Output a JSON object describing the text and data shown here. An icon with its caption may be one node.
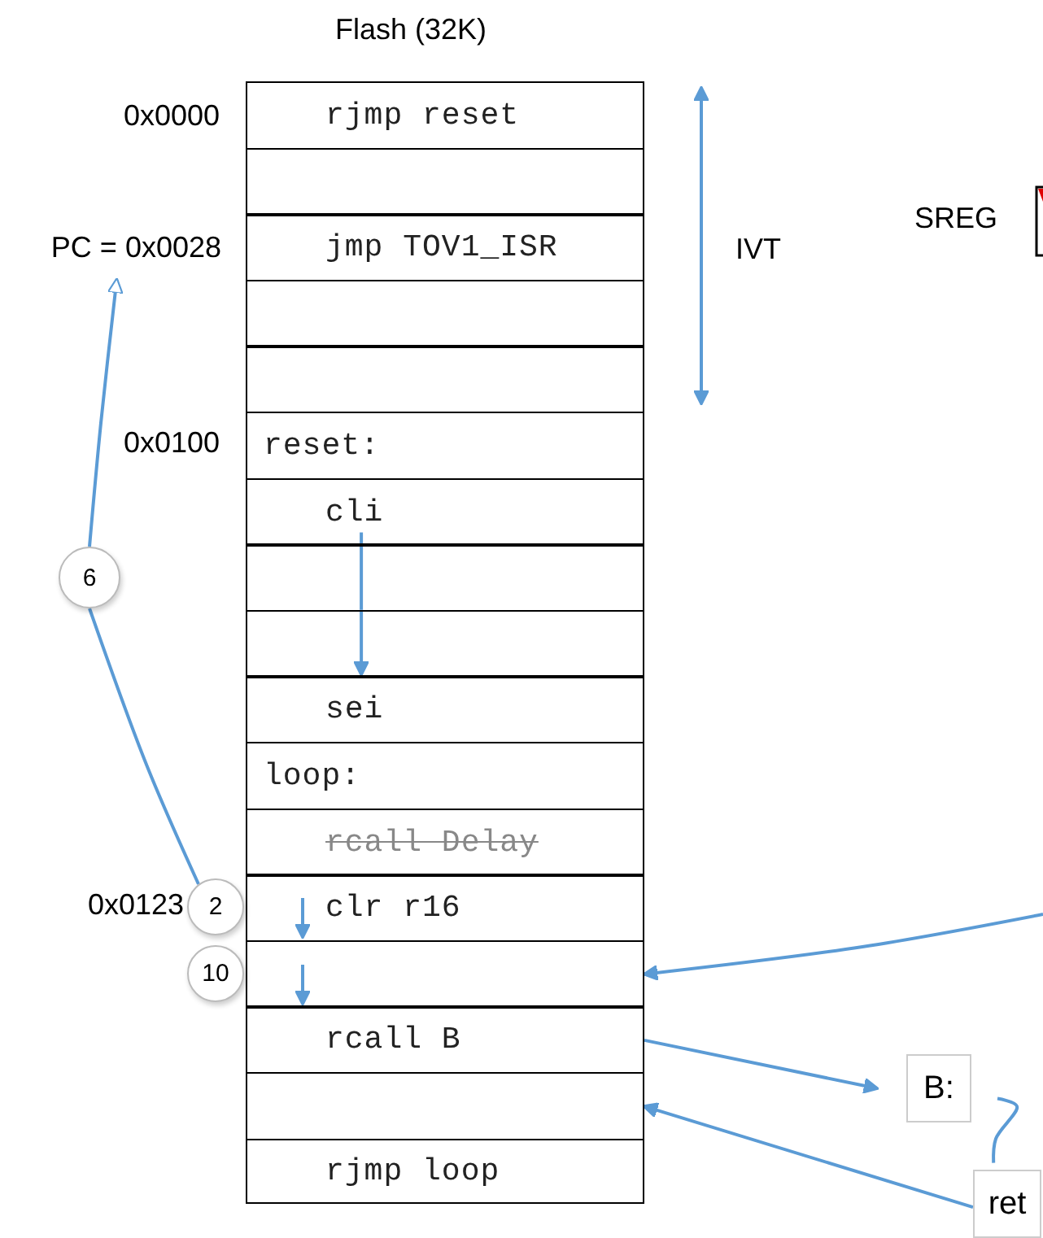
{
  "diagram": {
    "title": "Flash (32K)",
    "nodes": [
      {
        "text": [
          "rjmp reset"
        ]
      },
      {
        "text": [],
        "shape": "box"
      },
      {
        "text": [
          "jmp TOV1_ISR"
        ]
      },
      {
        "text": [],
        "shape": "box"
      },
      {
        "text": [],
        "shape": "box"
      },
      {
        "text": [
          "reset:"
        ]
      },
      {
        "text": [
          "cli"
        ]
      },
      {
        "text": [],
        "shape": "box"
      },
      {
        "text": [],
        "shape": "box"
      },
      {
        "text": [
          "sei"
        ]
      },
      {
        "text": [
          "loop:"
        ]
      },
      {
        "text": [
          "rcall Delay"
        ]
      },
      {
        "text": [
          "clr r16"
        ]
      },
      {
        "text": [],
        "shape": "box"
      },
      {
        "text": [
          "rcall B"
        ]
      },
      {
        "text": [],
        "shape": "box"
      },
      {
        "text": [
          "rjmp loop"
        ]
      },
      {
        "text": [
          "PC = 0x0028"
        ]
      },
      {
        "text": [
          "2"
        ]
      },
      {
        "text": [
          "10"
        ]
      },
      {
        "text": [
          "B:"
        ]
      },
      {
        "text": [
          "ret"
        ]
      },
      {
        "text": [
          "6"
        ]
      }
    ],
    "edges": [
      {
        "from": 6,
        "to": 7,
        "arrow": "none"
      },
      {
        "from": 7,
        "to": 8,
        "arrow": "none"
      },
      {
        "from": 8,
        "to": 9,
        "arrow": "to"
      },
      {
        "from": 18,
        "to": 22,
        "arrow": "none"
      },
      {
        "from": 22,
        "to": 17,
        "arrow": "to"
      },
      {
        "from": null,
        "to": 13,
        "arrow": "to"
      },
      {
        "from": 14,
        "to": 20,
        "arrow": "to"
      },
      {
        "from": 21,
        "to": 15,
        "arrow": "to"
      },
      {
        "from": 20,
        "to": 21,
        "arrow": "none"
      }
    ],
    "labels": [
      "0x0000",
      "IVT",
      "SREG",
      "0x0100",
      "0x0123"
    ]
  }
}
